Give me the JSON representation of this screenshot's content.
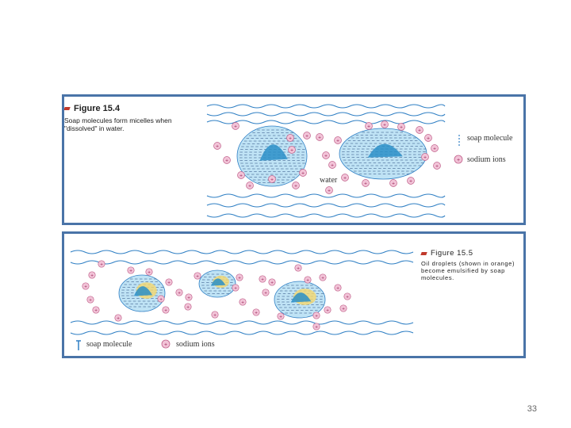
{
  "figure_top": {
    "title": "Figure 15.4",
    "caption": "Soap molecules form micelles when \"dissolved\" in water.",
    "label_water": "water",
    "legend": {
      "soap": "soap molecule",
      "sodium": "sodium ions"
    }
  },
  "figure_bottom": {
    "title": "Figure 15.5",
    "caption": "Oil droplets (shown in orange) become emulsified by soap molecules.",
    "legend": {
      "soap": "soap molecule",
      "sodium": "sodium ions"
    }
  },
  "page_number": "33",
  "colors": {
    "border": "#4a74a8",
    "water_line": "#2f7fc4",
    "ion_fill": "#f2c4d8",
    "ion_stroke": "#c0608a",
    "micelle_fill": "#bfe3f5",
    "micelle_core": "#2a8fc8",
    "oil": "#f5d76e"
  }
}
